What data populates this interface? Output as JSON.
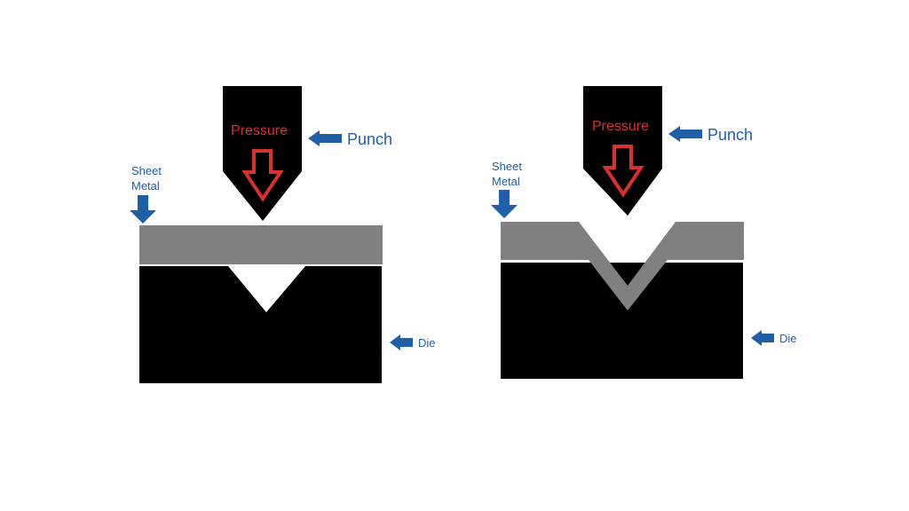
{
  "panels": [
    {
      "state": "before",
      "pressure_label": "Pressure",
      "punch_label": "Punch",
      "sheet_label_line1": "Sheet",
      "sheet_label_line2": "Metal",
      "die_label": "Die"
    },
    {
      "state": "after",
      "pressure_label": "Pressure",
      "punch_label": "Punch",
      "sheet_label_line1": "Sheet",
      "sheet_label_line2": "Metal",
      "die_label": "Die"
    }
  ],
  "colors": {
    "punch": "#000000",
    "die": "#000000",
    "sheet_metal": "#808080",
    "pressure_arrow": "#d8312e",
    "pointer_arrow": "#1f5fa8",
    "label_text": "#1f5fa8"
  }
}
